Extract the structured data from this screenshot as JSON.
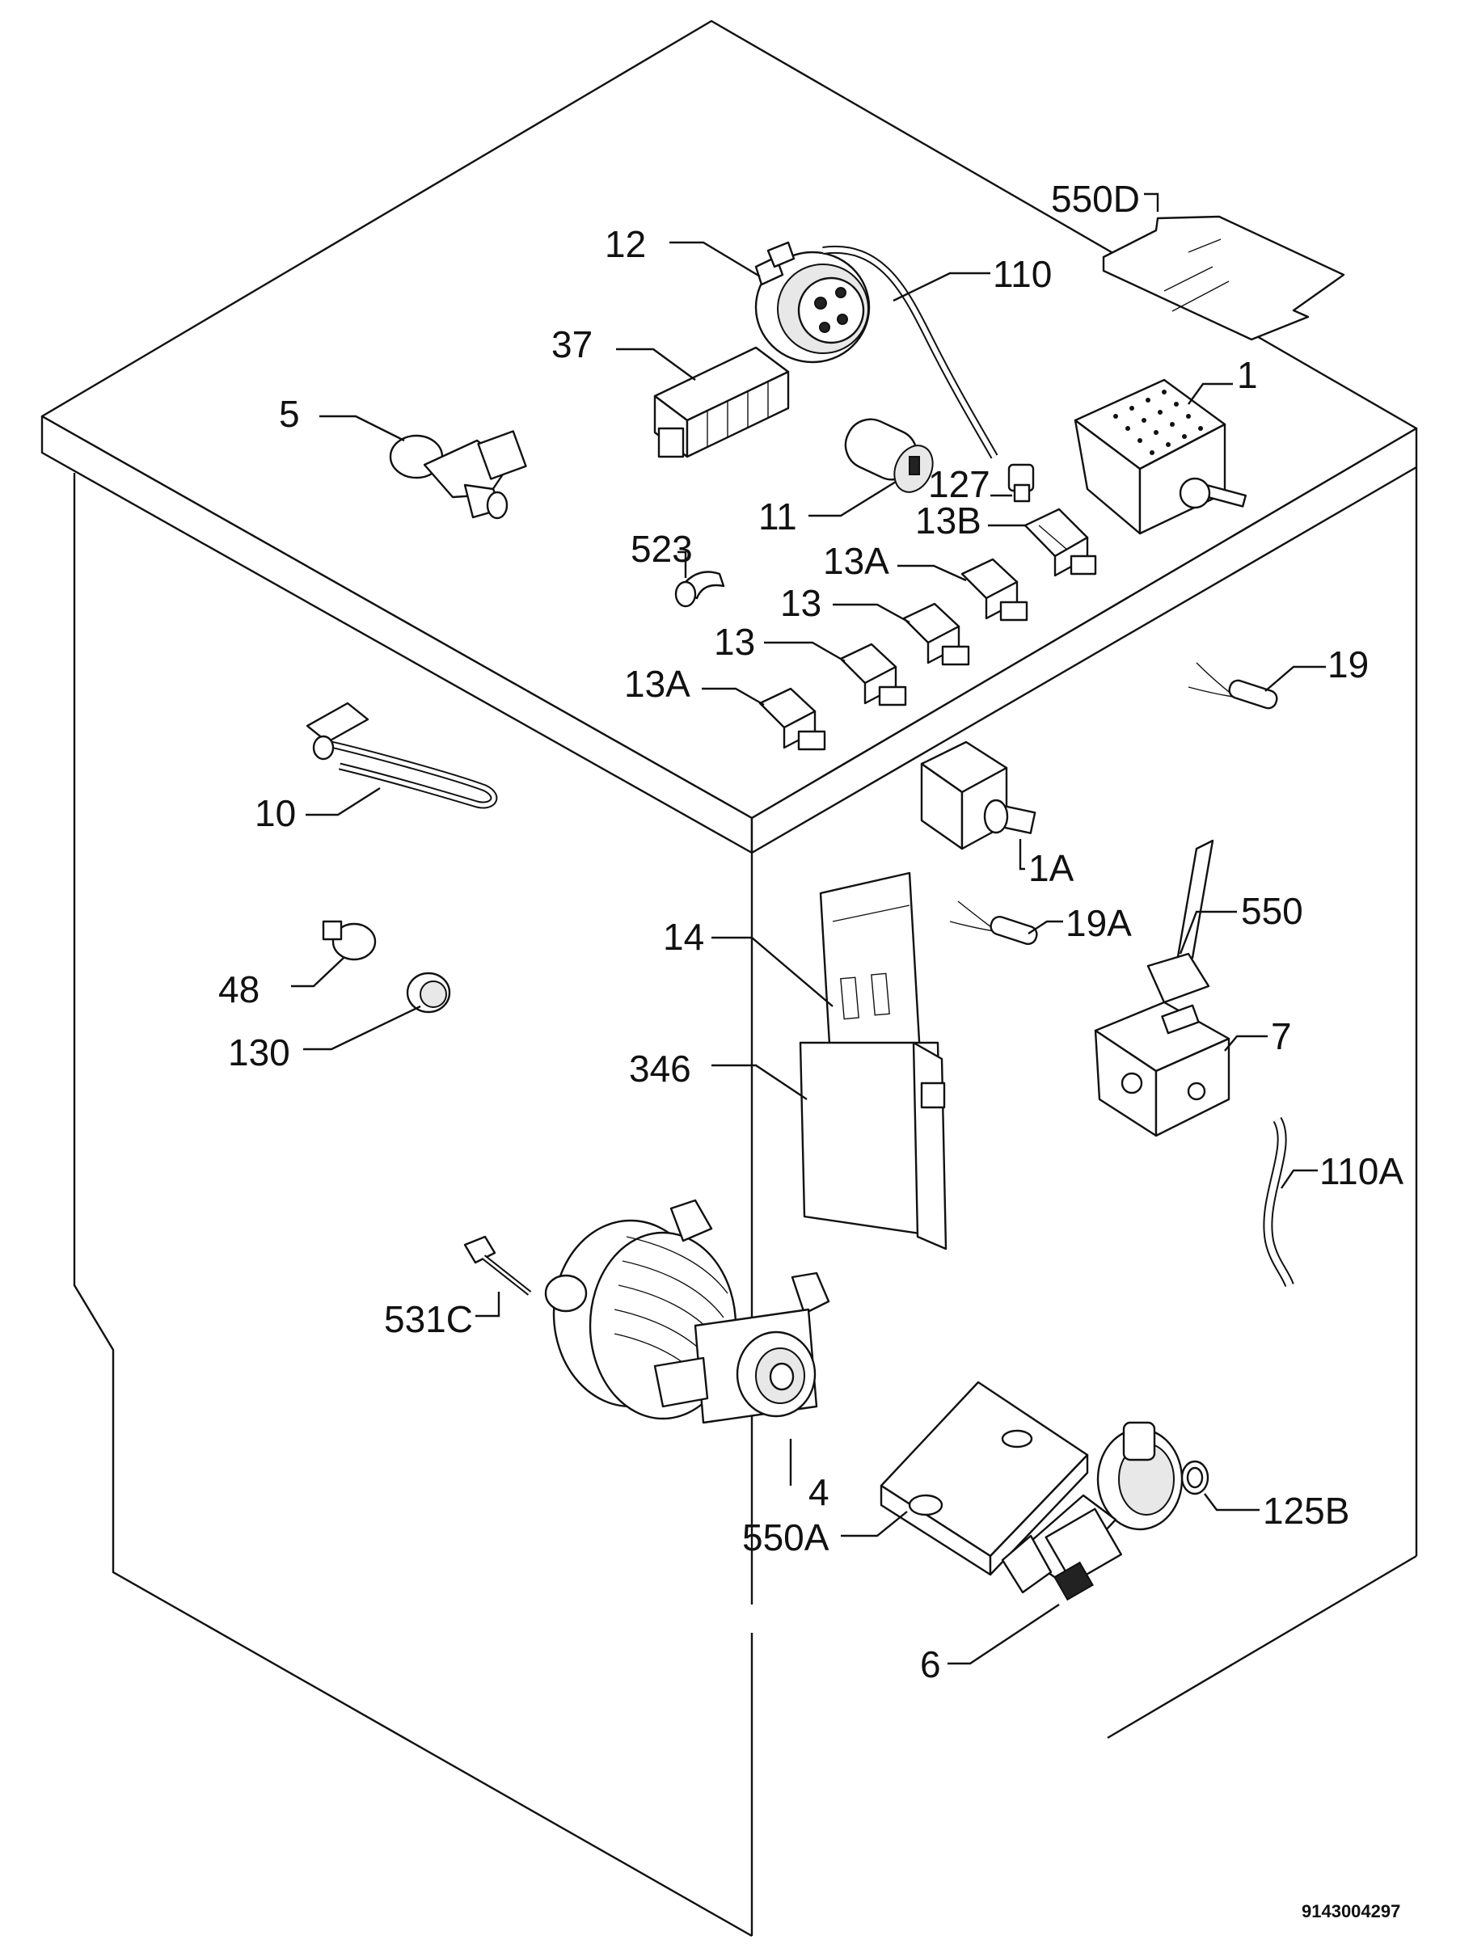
{
  "labels": {
    "l550D": "550D",
    "l12": "12",
    "l110": "110",
    "l37": "37",
    "l1": "1",
    "l5": "5",
    "l127": "127",
    "l11": "11",
    "l13B": "13B",
    "l523": "523",
    "l13A_a": "13A",
    "l13_a": "13",
    "l13_b": "13",
    "l19": "19",
    "l13A_b": "13A",
    "l10": "10",
    "l1A": "1A",
    "l14": "14",
    "l19A": "19A",
    "l550": "550",
    "l48": "48",
    "l130": "130",
    "l346": "346",
    "l7": "7",
    "l110A": "110A",
    "l531C": "531C",
    "l4": "4",
    "l125B": "125B",
    "l550A": "550A",
    "l6": "6"
  },
  "footer": {
    "code": "9143004297"
  }
}
